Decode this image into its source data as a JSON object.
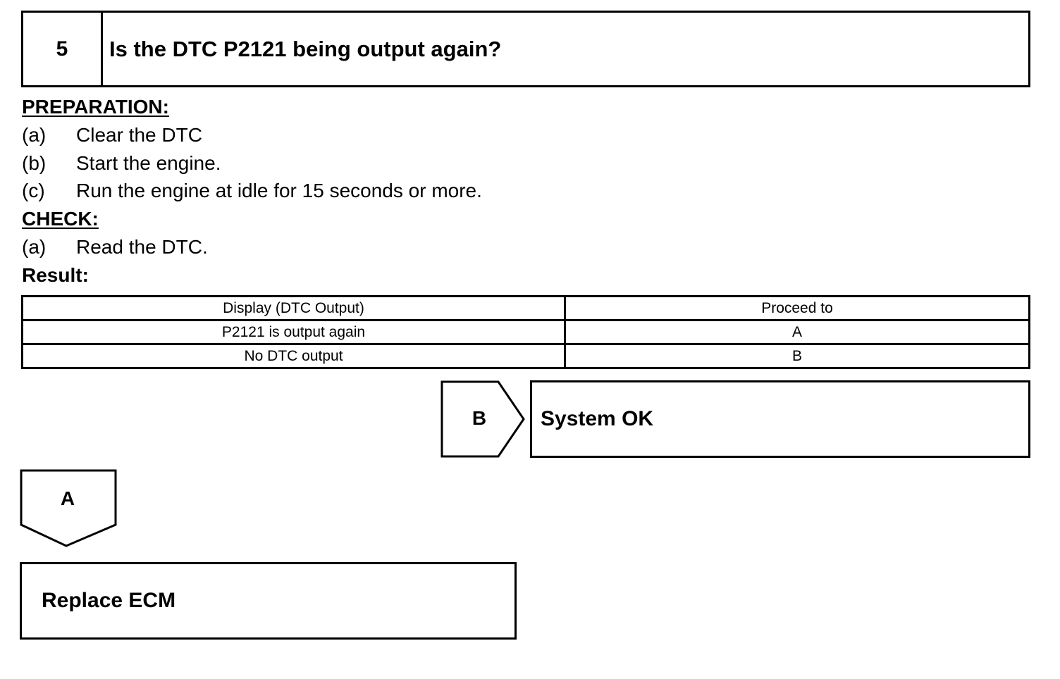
{
  "step": {
    "number": "5",
    "question": "Is the DTC P2121 being output again?"
  },
  "preparation": {
    "heading": "PREPARATION:",
    "items": [
      {
        "label": "(a)",
        "text": "Clear the DTC"
      },
      {
        "label": "(b)",
        "text": "Start the engine."
      },
      {
        "label": "(c)",
        "text": "Run the engine at idle for 15 seconds or more."
      }
    ]
  },
  "check": {
    "heading": "CHECK:",
    "items": [
      {
        "label": "(a)",
        "text": "Read the DTC."
      }
    ]
  },
  "result": {
    "heading": "Result:",
    "columns": [
      "Display (DTC Output)",
      "Proceed to"
    ],
    "rows": [
      [
        "P2121 is output again",
        "A"
      ],
      [
        "No DTC output",
        "B"
      ]
    ]
  },
  "flow": {
    "branch_b": {
      "label": "B",
      "action": "System OK"
    },
    "branch_a": {
      "label": "A",
      "action": "Replace ECM"
    }
  }
}
